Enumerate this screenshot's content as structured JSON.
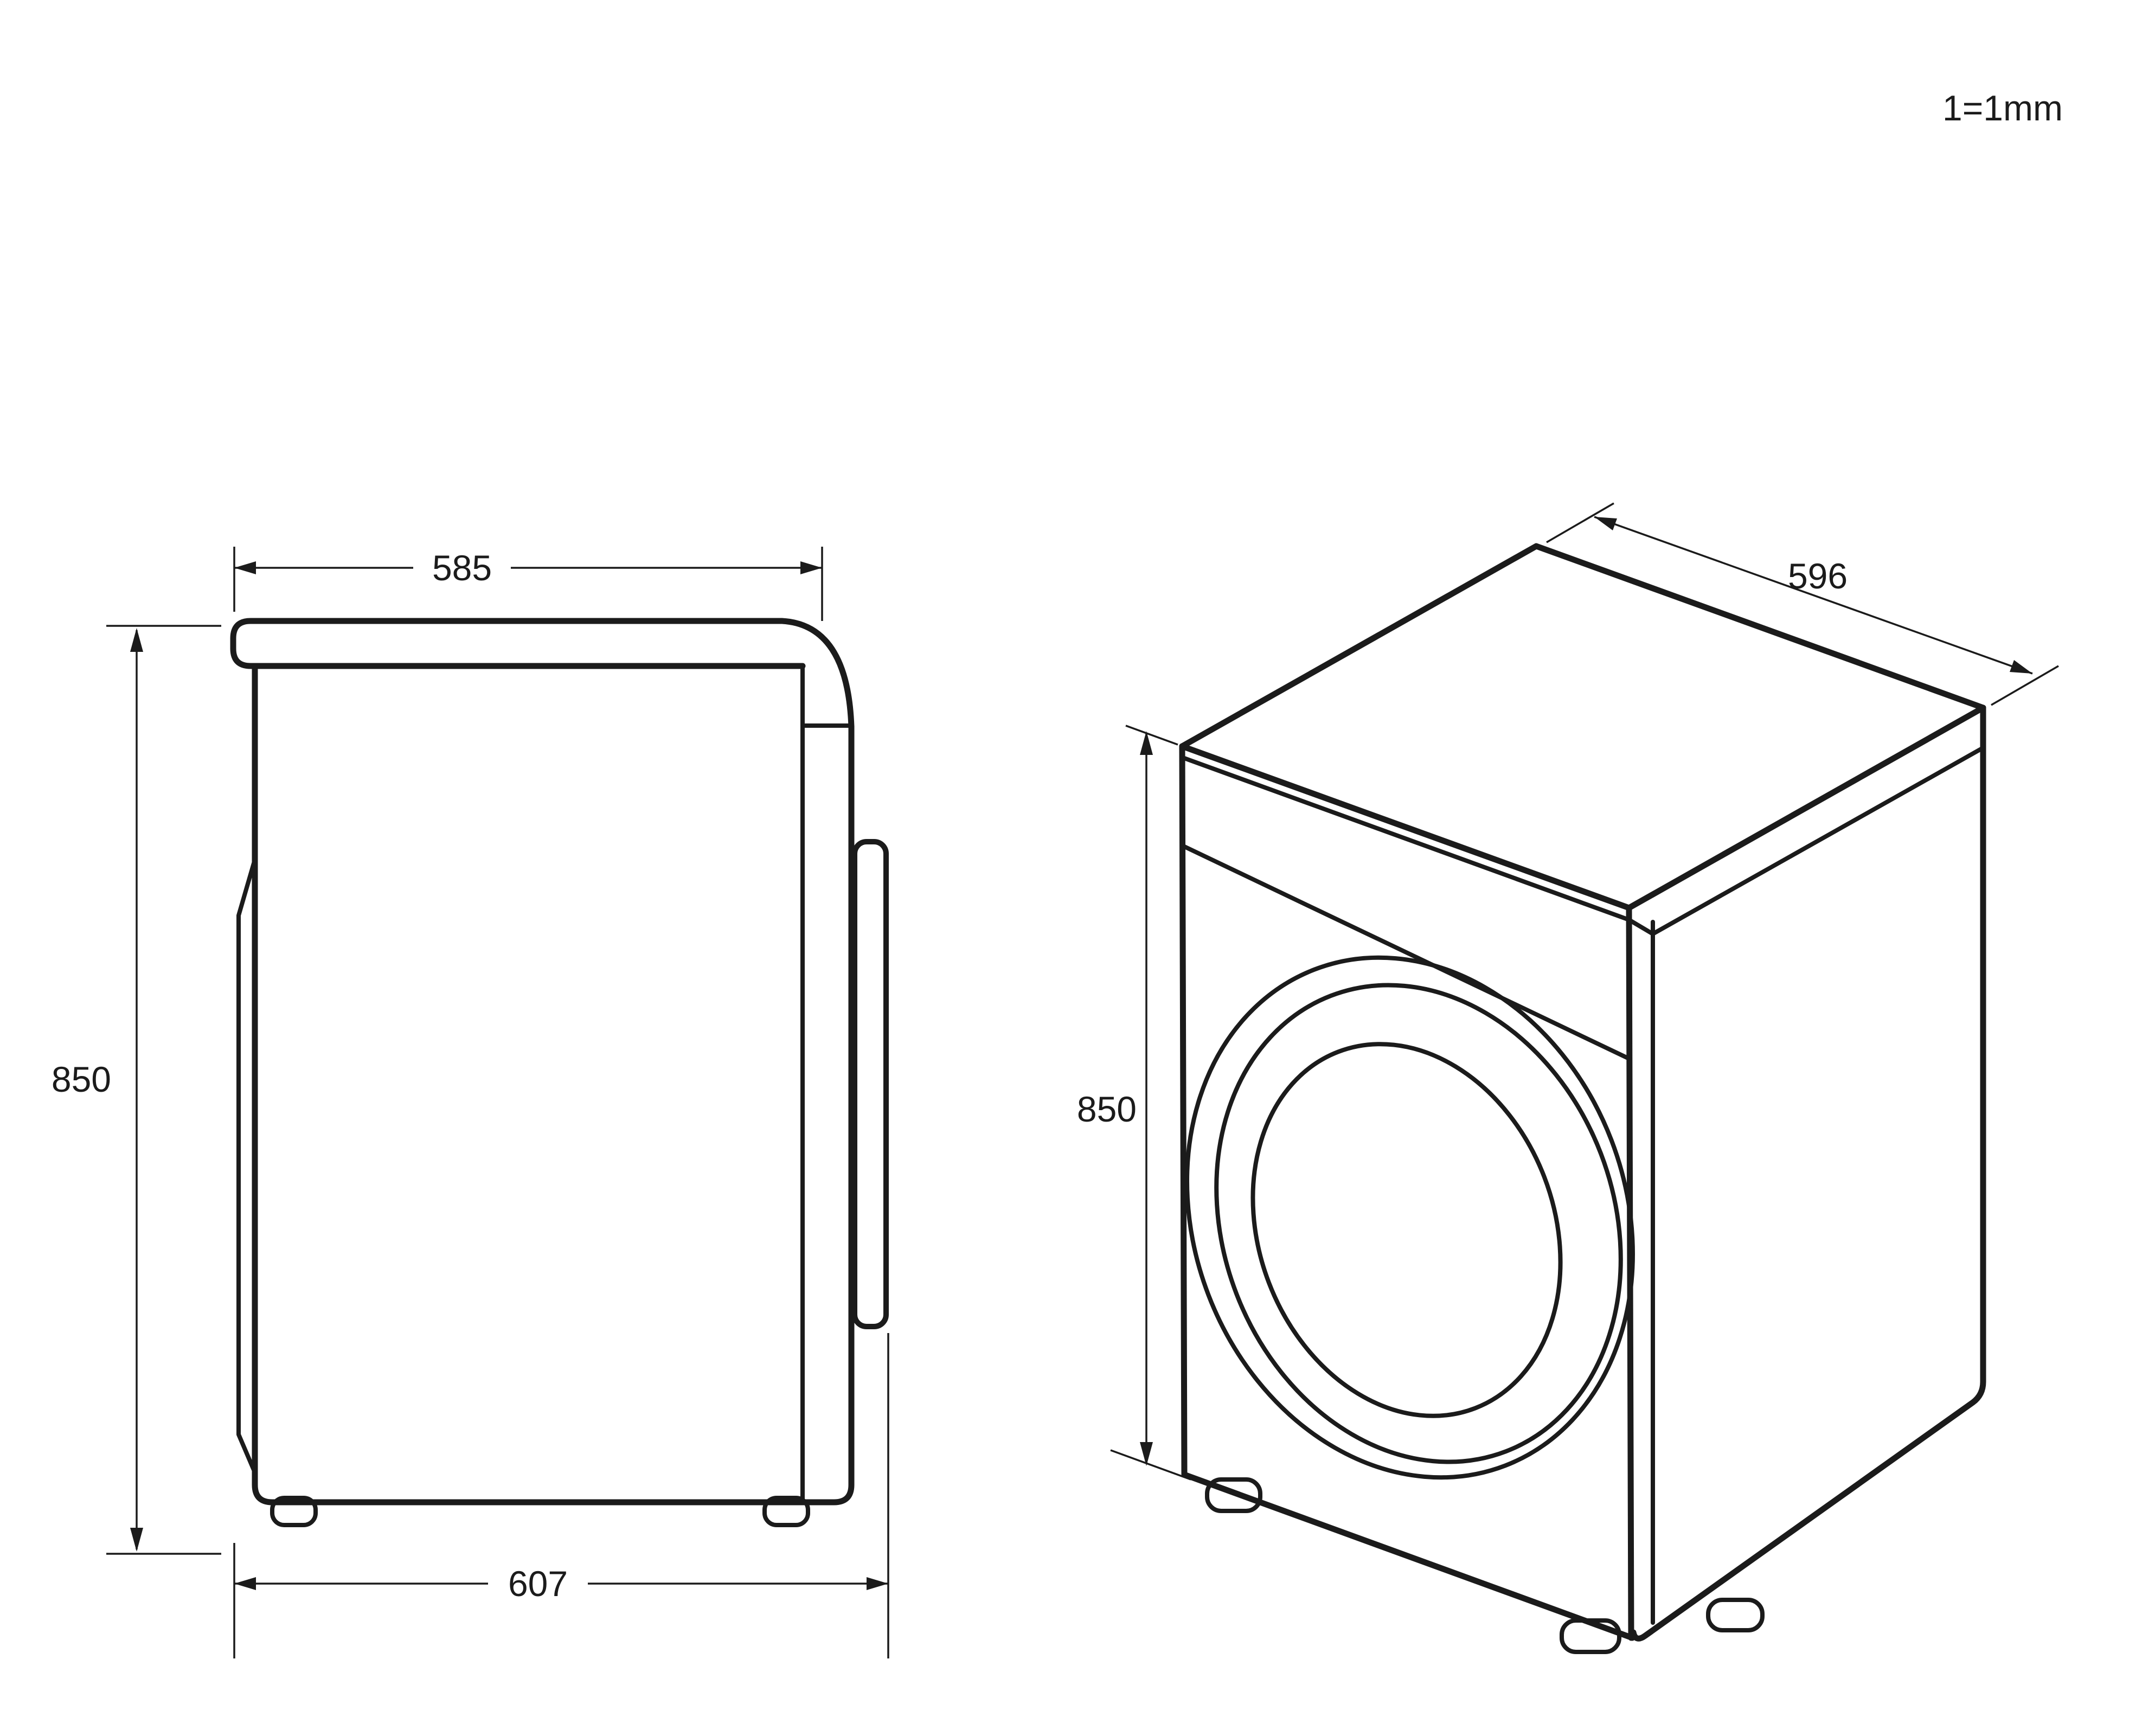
{
  "note": {
    "scale": "1=1mm"
  },
  "colors": {
    "ink": "#1b1b1b",
    "background": "#ffffff"
  },
  "side_view": {
    "dim_depth_top": {
      "label": "585",
      "unit": "mm",
      "orientation": "horizontal",
      "measures": "top panel depth"
    },
    "dim_height": {
      "label": "850",
      "unit": "mm",
      "orientation": "vertical",
      "measures": "overall height"
    },
    "dim_depth_overall": {
      "label": "607",
      "unit": "mm",
      "orientation": "horizontal",
      "measures": "overall depth incl. door"
    }
  },
  "iso_view": {
    "dim_height": {
      "label": "850",
      "unit": "mm",
      "orientation": "vertical",
      "measures": "overall height"
    },
    "dim_width": {
      "label": "596",
      "unit": "mm",
      "orientation": "isometric",
      "measures": "overall width"
    }
  }
}
